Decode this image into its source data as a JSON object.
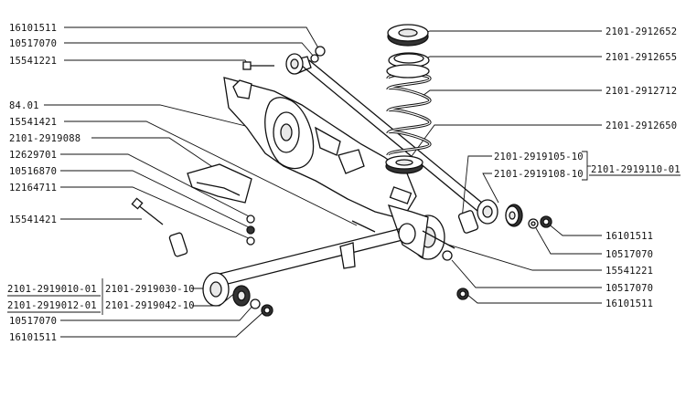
{
  "labels": {
    "l01": "16101511",
    "l02": "10517070",
    "l03": "15541221",
    "l04": "84.01",
    "l05": "15541421",
    "l06": "2101-2919088",
    "l07": "12629701",
    "l08": "10516870",
    "l09": "12164711",
    "l10": "15541421",
    "l11": "2101-2919010-01",
    "l12": "2101-2919030-10",
    "l13": "2101-2919012-01",
    "l14": "2101-2919042-10",
    "l15": "10517070",
    "l16": "16101511",
    "r01": "2101-2912652",
    "r02": "2101-2912655",
    "r03": "2101-2912712",
    "r04": "2101-2912650",
    "r05": "2101-2919105-10",
    "r06": "2101-2919108-10",
    "r07": "2101-2919110-01",
    "r08": "16101511",
    "r09": "10517070",
    "r10": "15541221",
    "r11": "10517070",
    "r12": "16101511"
  }
}
